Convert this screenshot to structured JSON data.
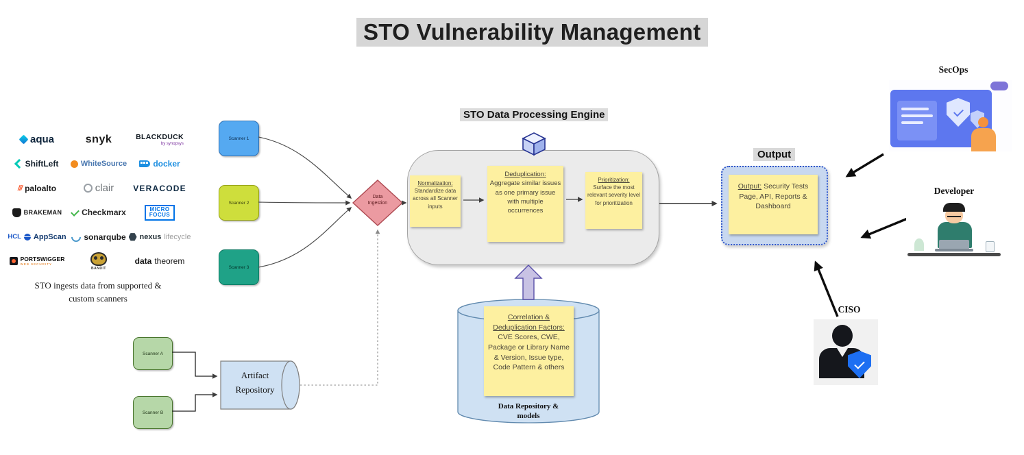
{
  "title": "STO Vulnerability Management",
  "colors": {
    "scanner1_fill": "#55a9f1",
    "scanner2_fill": "#cede3c",
    "scanner3_fill": "#1fa287",
    "custom_scanner_fill": "#b6d7a8",
    "ingestion_diamond_fill": "#eb9aa1",
    "sticky_note_fill": "#fdf0a0",
    "engine_fill": "#ebebeb",
    "repository_fill": "#cfe1f3",
    "output_fill": "#c8d8f0",
    "output_border": "#2f55c9"
  },
  "icons": {
    "cube-icon": "3d-isometric-cube",
    "shield-icon": "security-shield-with-check",
    "cloud-icon": "cloud",
    "data-ingestion-diamond": "decision-diamond",
    "repository-cylinder": "database-cylinder",
    "artifact-cylinder": "horizontal-database-cylinder",
    "up-block-arrow": "block-arrow-up"
  },
  "scanners_panel": {
    "caption_line1": "STO ingests data from supported  &",
    "caption_line2": "custom scanners",
    "logos": [
      {
        "name": "aqua"
      },
      {
        "name": "snyk"
      },
      {
        "part1": "BLACK",
        "part2": "DUCK",
        "sub": "by synopsys"
      },
      {
        "name": "ShiftLeft"
      },
      {
        "name": "WhiteSource"
      },
      {
        "name": "docker"
      },
      {
        "name": "paloalto",
        "icon_text": "///"
      },
      {
        "name": "clair"
      },
      {
        "name": "VERACODE"
      },
      {
        "name": "BRAKEMAN"
      },
      {
        "name": "Checkmarx"
      },
      {
        "line1": "MICRO",
        "line2": "FOCUS"
      },
      {
        "part1": "HCL",
        "part2": "AppScan"
      },
      {
        "name": "sonarqube"
      },
      {
        "part1": "nexus",
        "part2": "lifecycle"
      },
      {
        "name": "PORTSWIGGER",
        "sub": "WEB SECURITY"
      },
      {
        "name": "BANDIT"
      },
      {
        "part1": "data",
        "part2": "theorem"
      }
    ]
  },
  "flow": {
    "scanner1": "Scanner 1",
    "scanner2": "Scanner 2",
    "scanner3": "Scanner 3",
    "ingestion_line1": "Data",
    "ingestion_line2": "Ingestion"
  },
  "engine": {
    "title": "STO Data Processing Engine",
    "normalization": {
      "heading": "Normalization:",
      "body": "Standardize data across all Scanner inputs"
    },
    "deduplication": {
      "heading": "Deduplication:",
      "body": "Aggregate similar issues as one primary issue with multiple occurrences"
    },
    "prioritization": {
      "heading": "Prioritization:",
      "body": "Surface the most relevant severity level for prioritization"
    }
  },
  "repository": {
    "note_heading": "Correlation & Deduplication Factors:",
    "note_body": "CVE Scores, CWE, Package or Library Name & Version, Issue type, Code Pattern & others",
    "caption_line1": "Data Repository &",
    "caption_line2": "models"
  },
  "output": {
    "title": "Output",
    "note_heading": "Output:",
    "note_body": "Security Tests Page, API, Reports & Dashboard"
  },
  "custom_flow": {
    "scanner_a": "Scanner A",
    "scanner_b": "Scanner B",
    "repo_line1": "Artifact",
    "repo_line2": "Repository"
  },
  "personas": {
    "secops": "SecOps",
    "developer": "Developer",
    "ciso": "CISO"
  }
}
